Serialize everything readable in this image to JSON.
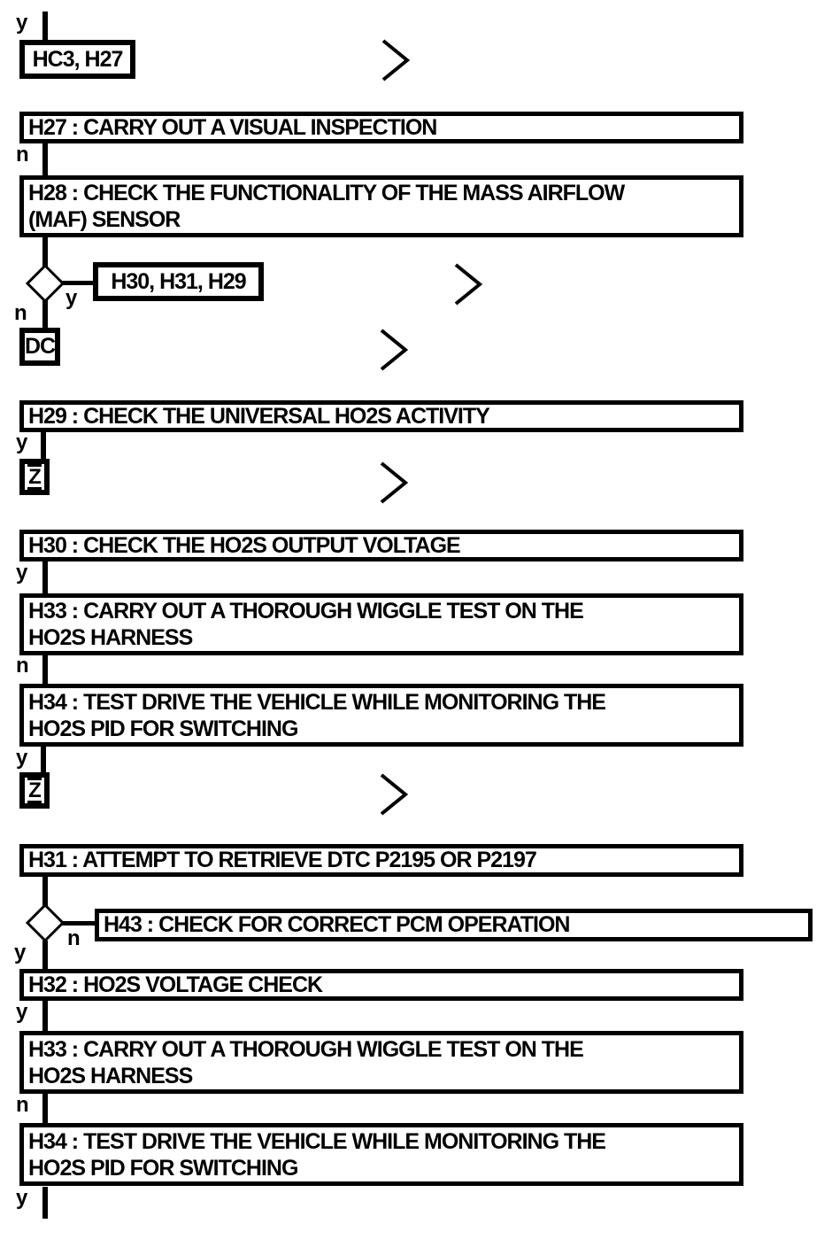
{
  "diagram": {
    "type": "diagnostic-pinpoint-test-flowchart",
    "colors": {
      "ink": "#000000",
      "background": "#ffffff"
    },
    "icons": {
      "continuation_chevron": ">"
    }
  },
  "branch_labels": {
    "yes": "y",
    "no": "n"
  },
  "nodes": {
    "entry_ref": "HC3, H27",
    "h27": "H27 : CARRY OUT A VISUAL INSPECTION",
    "h28_l1": "H28 : CHECK THE FUNCTIONALITY OF THE MASS AIRFLOW",
    "h28_l2": "(MAF) SENSOR",
    "ref_h30_h31_h29": "H30, H31, H29",
    "dc": "DC",
    "h29": "H29 : CHECK THE UNIVERSAL HO2S ACTIVITY",
    "z": "Z",
    "h30": "H30 : CHECK THE HO2S OUTPUT VOLTAGE",
    "h33_l1": "H33 : CARRY OUT A THOROUGH WIGGLE TEST ON THE",
    "h33_l2": "HO2S HARNESS",
    "h34_l1": "H34 : TEST DRIVE THE VEHICLE WHILE MONITORING THE",
    "h34_l2": "HO2S PID FOR SWITCHING",
    "h31": "H31 : ATTEMPT TO RETRIEVE DTC P2195 OR P2197",
    "h43": "H43 : CHECK FOR CORRECT PCM OPERATION",
    "h32": "H32 : HO2S VOLTAGE CHECK"
  }
}
